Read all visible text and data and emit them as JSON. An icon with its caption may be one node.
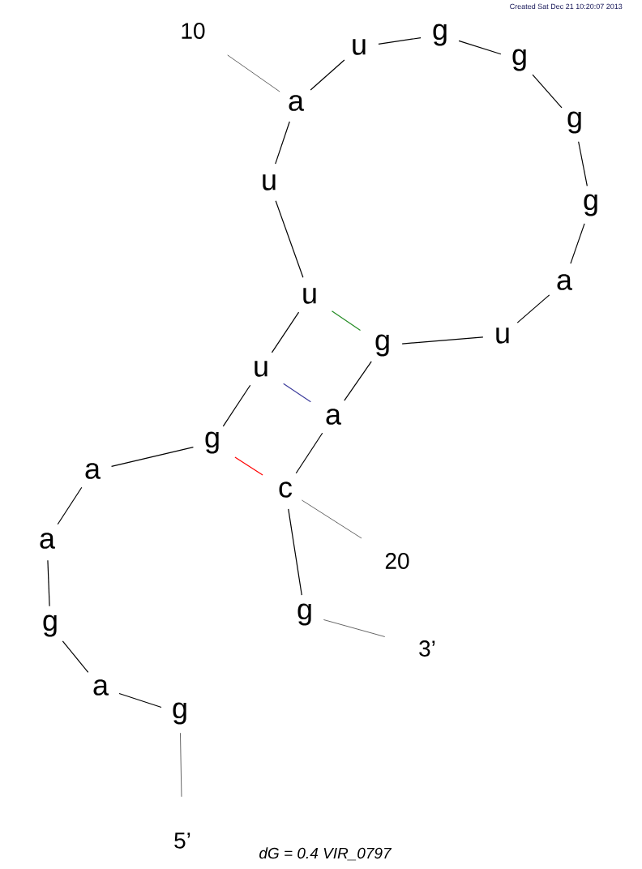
{
  "diagram": {
    "caption": "dG = 0.4 VIR_0797",
    "nodes": [
      {
        "text": [
          "5’"
        ]
      },
      {
        "text": [
          "g"
        ]
      },
      {
        "text": [
          "a"
        ]
      },
      {
        "text": [
          "g"
        ]
      },
      {
        "text": [
          "a"
        ]
      },
      {
        "text": [
          "a"
        ]
      },
      {
        "text": [
          "g"
        ]
      },
      {
        "text": [
          "u"
        ]
      },
      {
        "text": [
          "u"
        ]
      },
      {
        "text": [
          "u"
        ]
      },
      {
        "text": [
          "a"
        ]
      },
      {
        "text": [
          "u"
        ]
      },
      {
        "text": [
          "g"
        ]
      },
      {
        "text": [
          "g"
        ]
      },
      {
        "text": [
          "g"
        ]
      },
      {
        "text": [
          "g"
        ]
      },
      {
        "text": [
          "a"
        ]
      },
      {
        "text": [
          "u"
        ]
      },
      {
        "text": [
          "g"
        ]
      },
      {
        "text": [
          "a"
        ]
      },
      {
        "text": [
          "c"
        ]
      },
      {
        "text": [
          "g"
        ]
      },
      {
        "text": [
          "3’"
        ]
      },
      {
        "text": [
          "10"
        ]
      },
      {
        "text": [
          "20"
        ]
      }
    ],
    "edges": [
      {
        "from": 0,
        "to": 1,
        "arrow": "none"
      },
      {
        "from": 1,
        "to": 2,
        "arrow": "none"
      },
      {
        "from": 2,
        "to": 3,
        "arrow": "none"
      },
      {
        "from": 3,
        "to": 4,
        "arrow": "none"
      },
      {
        "from": 4,
        "to": 5,
        "arrow": "none"
      },
      {
        "from": 5,
        "to": 6,
        "arrow": "none"
      },
      {
        "from": 6,
        "to": 7,
        "arrow": "none"
      },
      {
        "from": 7,
        "to": 8,
        "arrow": "none"
      },
      {
        "from": 8,
        "to": 9,
        "arrow": "none"
      },
      {
        "from": 9,
        "to": 10,
        "arrow": "none"
      },
      {
        "from": 10,
        "to": 11,
        "arrow": "none"
      },
      {
        "from": 11,
        "to": 12,
        "arrow": "none"
      },
      {
        "from": 12,
        "to": 13,
        "arrow": "none"
      },
      {
        "from": 13,
        "to": 14,
        "arrow": "none"
      },
      {
        "from": 14,
        "to": 15,
        "arrow": "none"
      },
      {
        "from": 15,
        "to": 16,
        "arrow": "none"
      },
      {
        "from": 16,
        "to": 17,
        "arrow": "none"
      },
      {
        "from": 17,
        "to": 18,
        "arrow": "none"
      },
      {
        "from": 18,
        "to": 19,
        "arrow": "none"
      },
      {
        "from": 19,
        "to": 20,
        "arrow": "none"
      },
      {
        "from": 20,
        "to": 21,
        "arrow": "none"
      },
      {
        "from": 21,
        "to": 22,
        "arrow": "none"
      },
      {
        "from": 23,
        "to": 10,
        "arrow": "none"
      },
      {
        "from": 24,
        "to": 20,
        "arrow": "none"
      },
      {
        "from": 8,
        "to": 18,
        "arrow": "none",
        "color": "#228b22"
      },
      {
        "from": 7,
        "to": 19,
        "arrow": "none",
        "color": "#3c3c9c"
      },
      {
        "from": 6,
        "to": 20,
        "arrow": "none",
        "color": "#ff0000"
      }
    ],
    "labels": [
      "Created Sat Dec 21 10:20:07 2013"
    ]
  }
}
